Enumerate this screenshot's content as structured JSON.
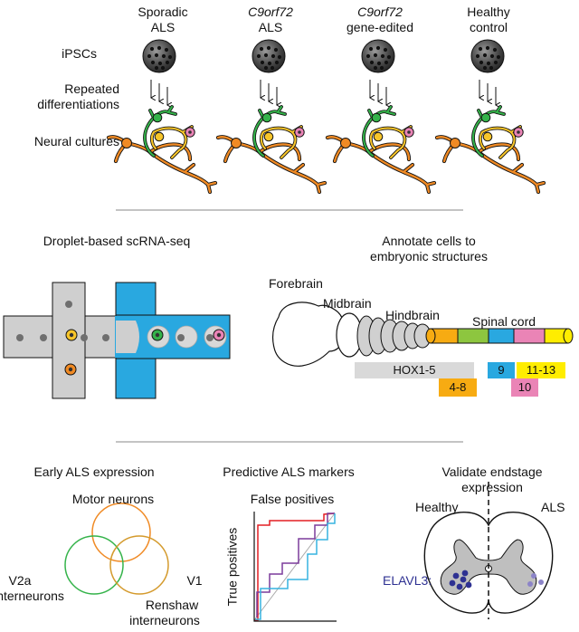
{
  "panel_top": {
    "columns": [
      {
        "line1": "Sporadic",
        "line2": "ALS",
        "line1_italic": false
      },
      {
        "line1": "C9orf72",
        "line2": "ALS",
        "line1_italic": true
      },
      {
        "line1": "C9orf72",
        "line2": "gene-edited",
        "line1_italic": true
      },
      {
        "line1": "Healthy",
        "line2": "control",
        "line1_italic": false
      }
    ],
    "row_labels": {
      "ipsc": "iPSCs",
      "repeated1": "Repeated",
      "repeated2": "differentiations",
      "cultures": "Neural cultures"
    }
  },
  "panel_middle": {
    "left_title": "Droplet-based scRNA-seq",
    "right_title1": "Annotate cells to",
    "right_title2": "embryonic structures",
    "structures": {
      "forebrain": "Forebrain",
      "midbrain": "Midbrain",
      "hindbrain": "Hindbrain",
      "spinal_cord": "Spinal cord"
    },
    "hox_labels": [
      "HOX1-5",
      "4-8",
      "9",
      "10",
      "11-13"
    ],
    "colors": {
      "channel_blue": "#29a8e0",
      "channel_grey": "#cfcfcf",
      "hox15": "#d9d9d9",
      "hox48": "#f7ab12",
      "hox9": "#29a8e0",
      "hox10": "#ea84b6",
      "hox1113": "#ffed00"
    }
  },
  "panel_bottom": {
    "early_title": "Early ALS expression",
    "venn_labels": {
      "top": "Motor neurons",
      "left1": "V2a",
      "left2": "interneurons",
      "right1": "V1",
      "right2": "Renshaw",
      "right3": "interneurons"
    },
    "predictive_title": "Predictive ALS markers",
    "roc_xlabel": "False positives",
    "roc_ylabel": "True positives",
    "validate_title1": "Validate endstage",
    "validate_title2": "expression",
    "healthy": "Healthy",
    "als": "ALS",
    "marker": "ELAVL3:"
  }
}
